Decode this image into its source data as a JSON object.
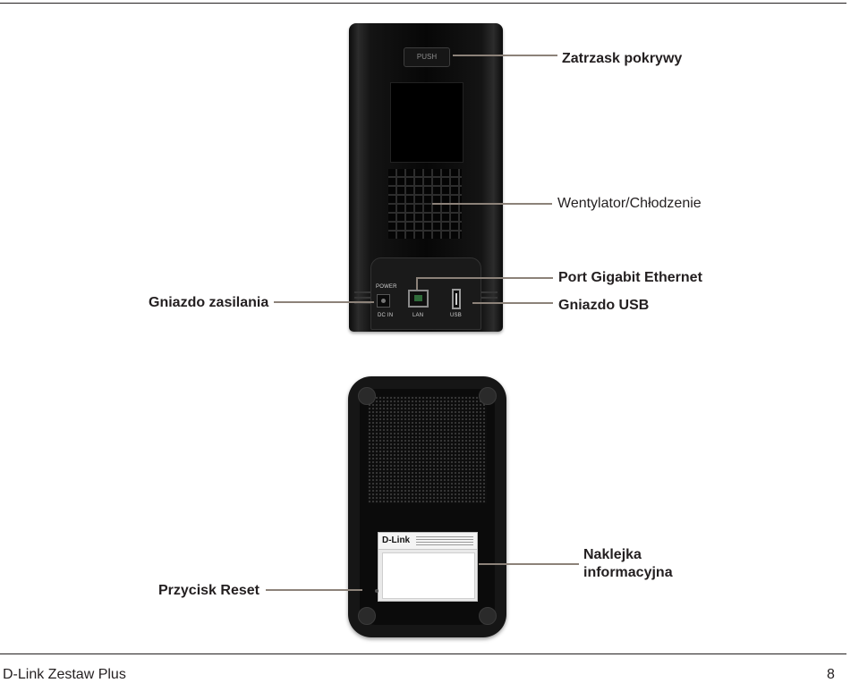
{
  "device": {
    "push_label": "PUSH",
    "power_label": "POWER",
    "dc_in_label": "DC IN",
    "lan_label": "LAN",
    "usb_label": "USB",
    "brand_logo": "D-Link"
  },
  "callouts": {
    "cover_latch": "Zatrzask pokrywy",
    "fan": "Wentylator/Chłodzenie",
    "power_socket": "Gniazdo zasilania",
    "gigabit_port": "Port Gigabit Ethernet",
    "usb_socket": "Gniazdo USB",
    "reset_button": "Przycisk Reset",
    "info_label_line1": "Naklejka",
    "info_label_line2": "informacyjna"
  },
  "footer": {
    "product": "D-Link Zestaw Plus",
    "page_number": "8"
  },
  "colors": {
    "callout_line": "#8c8279",
    "text": "#231f20"
  }
}
